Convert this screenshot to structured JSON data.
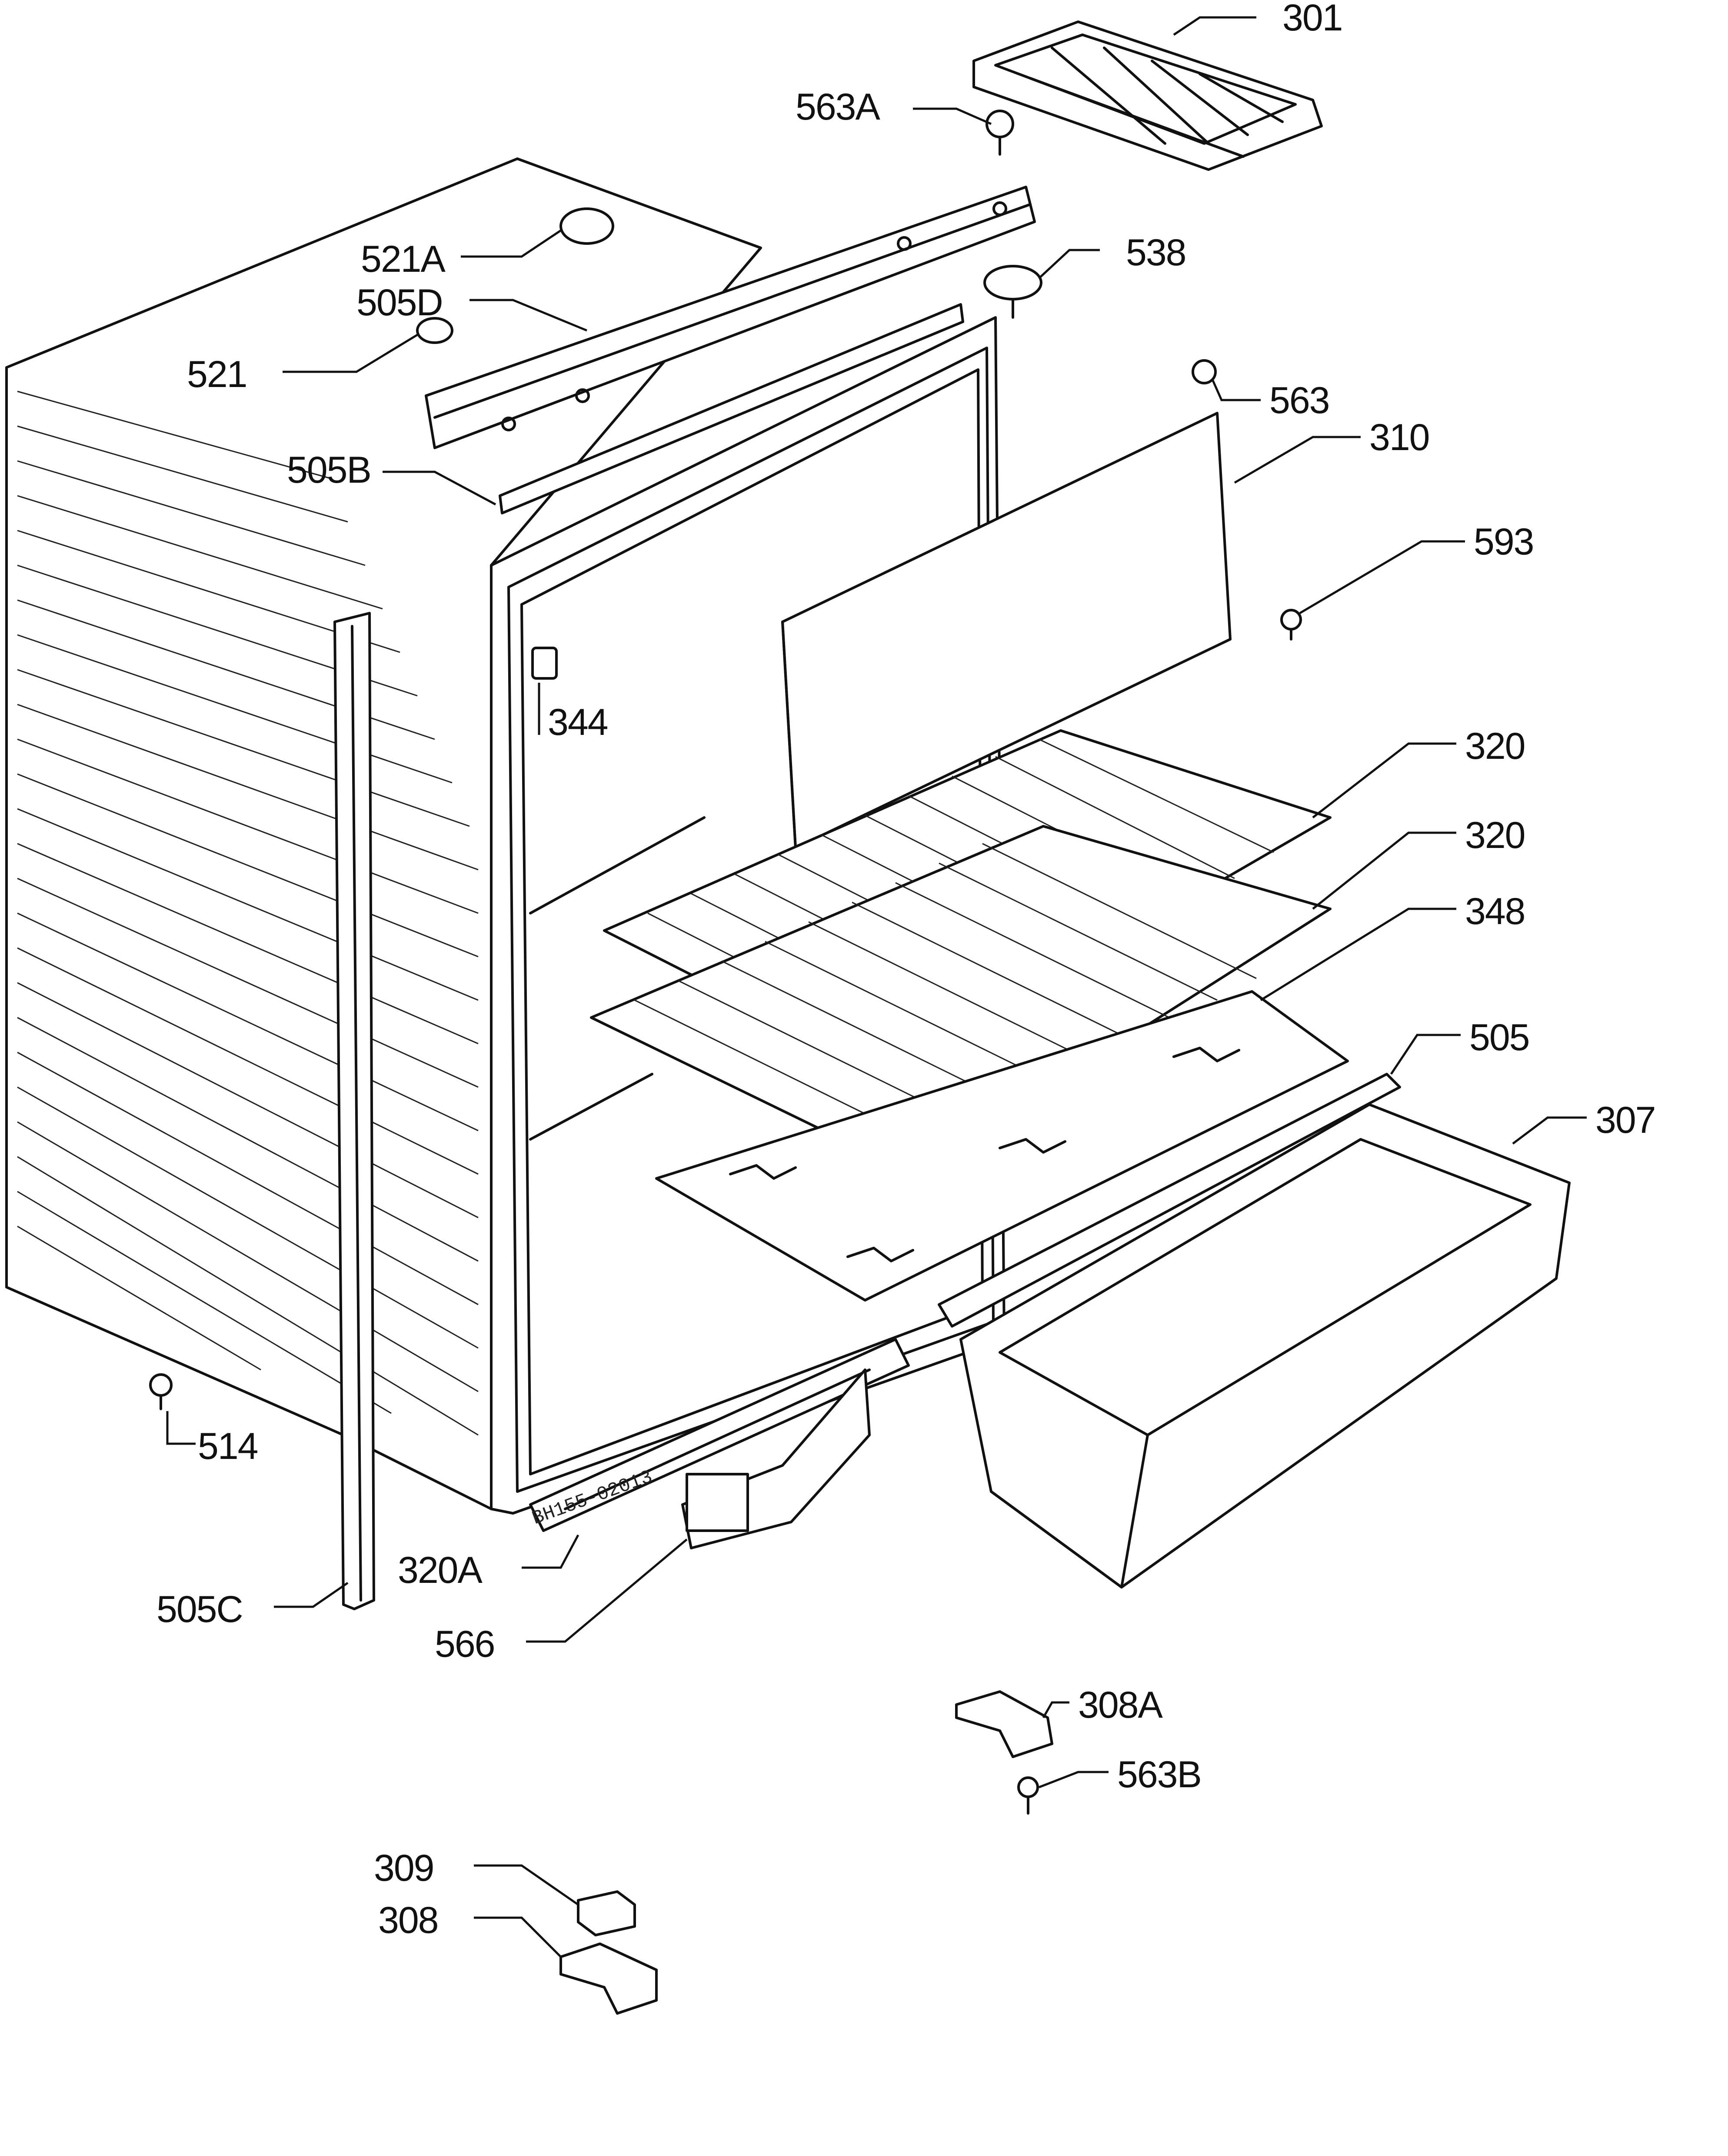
{
  "callouts": [
    {
      "id": "p301",
      "label": "301"
    },
    {
      "id": "p563a",
      "label": "563A"
    },
    {
      "id": "p521a",
      "label": "521A"
    },
    {
      "id": "p538",
      "label": "538"
    },
    {
      "id": "p505d",
      "label": "505D"
    },
    {
      "id": "p521",
      "label": "521"
    },
    {
      "id": "p563",
      "label": "563"
    },
    {
      "id": "p310",
      "label": "310"
    },
    {
      "id": "p505b",
      "label": "505B"
    },
    {
      "id": "p593",
      "label": "593"
    },
    {
      "id": "p344",
      "label": "344"
    },
    {
      "id": "p320t",
      "label": "320"
    },
    {
      "id": "p320b",
      "label": "320"
    },
    {
      "id": "p348",
      "label": "348"
    },
    {
      "id": "p505",
      "label": "505"
    },
    {
      "id": "p307",
      "label": "307"
    },
    {
      "id": "p514",
      "label": "514"
    },
    {
      "id": "p320a",
      "label": "320A"
    },
    {
      "id": "p505c",
      "label": "505C"
    },
    {
      "id": "p566",
      "label": "566"
    },
    {
      "id": "p308a",
      "label": "308A"
    },
    {
      "id": "p563b",
      "label": "563B"
    },
    {
      "id": "p309",
      "label": "309"
    },
    {
      "id": "p308",
      "label": "308"
    }
  ],
  "stamp": "BH155-02013"
}
